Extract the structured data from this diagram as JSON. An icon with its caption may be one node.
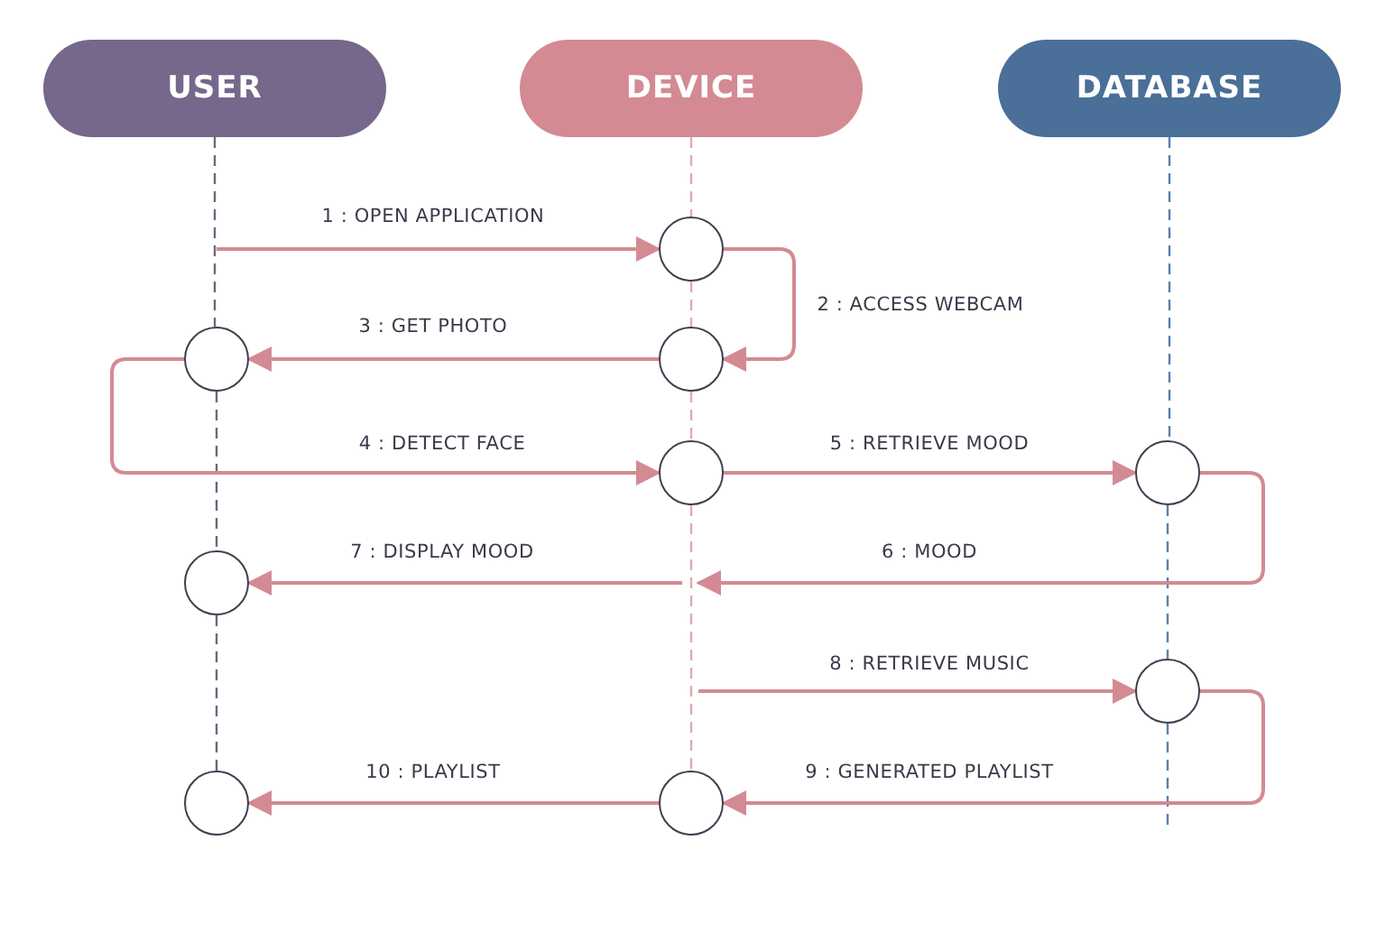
{
  "diagram": {
    "nodes": [
      {
        "text": [
          "USER"
        ]
      },
      {
        "text": [
          "DEVICE"
        ]
      },
      {
        "text": [
          "DATABASE"
        ]
      },
      {
        "text": [],
        "shape": "circle"
      },
      {
        "text": [],
        "shape": "circle"
      },
      {
        "text": [],
        "shape": "circle"
      },
      {
        "text": [],
        "shape": "circle"
      },
      {
        "text": [],
        "shape": "circle"
      },
      {
        "text": [],
        "shape": "circle"
      },
      {
        "text": [],
        "shape": "circle"
      },
      {
        "text": [],
        "shape": "circle"
      },
      {
        "text": [],
        "shape": "circle"
      }
    ],
    "edges": [
      {
        "from": null,
        "to": 3,
        "arrow": "to",
        "label": "1 : OPEN APPLICATION"
      },
      {
        "from": 3,
        "to": 4,
        "arrow": "to",
        "label": "2 : ACCESS WEBCAM"
      },
      {
        "from": 4,
        "to": 5,
        "arrow": "to",
        "label": "3 : GET PHOTO"
      },
      {
        "from": 5,
        "to": 6,
        "arrow": "to",
        "label": "4 : DETECT FACE"
      },
      {
        "from": 6,
        "to": 7,
        "arrow": "to",
        "label": "5 : RETRIEVE MOOD"
      },
      {
        "from": 7,
        "to": null,
        "arrow": "to",
        "label": "6 : MOOD"
      },
      {
        "from": null,
        "to": 8,
        "arrow": "to",
        "label": "7 : DISPLAY MOOD"
      },
      {
        "from": null,
        "to": 9,
        "arrow": "to",
        "label": "8 : RETRIEVE MUSIC"
      },
      {
        "from": 9,
        "to": 11,
        "arrow": "to",
        "label": "9 : GENERATED PLAYLIST"
      },
      {
        "from": 11,
        "to": 10,
        "arrow": "to",
        "label": "10 : PLAYLIST"
      },
      {
        "from": 0,
        "to": 5,
        "arrow": "none",
        "style": "dashed",
        "color": "#6e6680"
      },
      {
        "from": 5,
        "to": 8,
        "arrow": "none",
        "style": "dashed",
        "color": "#6e6680"
      },
      {
        "from": 8,
        "to": 10,
        "arrow": "none",
        "style": "dashed",
        "color": "#6e6680"
      },
      {
        "from": 1,
        "to": 3,
        "arrow": "none",
        "style": "dashed",
        "color": "#e3a9b0"
      },
      {
        "from": 3,
        "to": 4,
        "arrow": "none",
        "style": "dashed",
        "color": "#e3a9b0"
      },
      {
        "from": 4,
        "to": 6,
        "arrow": "none",
        "style": "dashed",
        "color": "#e3a9b0"
      },
      {
        "from": 6,
        "to": 11,
        "arrow": "none",
        "style": "dashed",
        "color": "#e3a9b0"
      },
      {
        "from": 2,
        "to": 7,
        "arrow": "none",
        "style": "dashed",
        "color": "#5a7fab"
      },
      {
        "from": 7,
        "to": 9,
        "arrow": "none",
        "style": "dashed",
        "color": "#5a7fab"
      },
      {
        "from": 9,
        "to": null,
        "arrow": "none",
        "style": "dashed",
        "color": "#5a7fab"
      }
    ]
  }
}
